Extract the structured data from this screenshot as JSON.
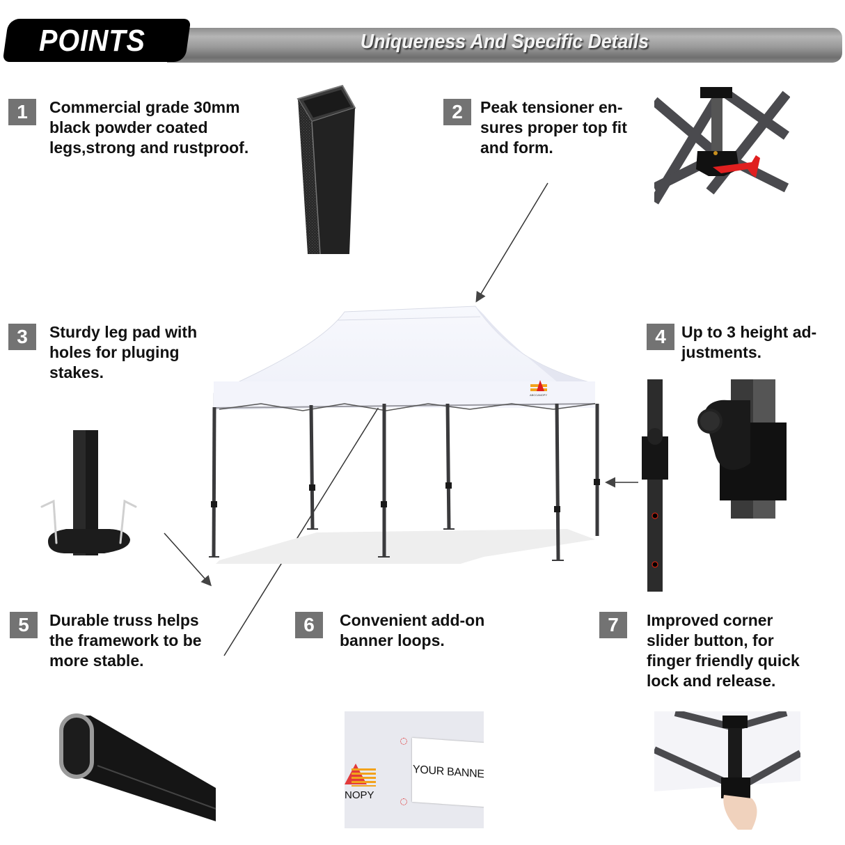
{
  "header": {
    "badge": "POINTS",
    "title": "Uniqueness And Specific Details"
  },
  "features": [
    {
      "number": "1",
      "lines": [
        "Commercial grade 30mm",
        "black powder coated",
        "legs,strong and rustproof."
      ],
      "image": "square-leg-tube"
    },
    {
      "number": "2",
      "lines": [
        "Peak tensioner en-",
        "sures proper top fit",
        "and form."
      ],
      "image": "peak-tensioner-red-lever"
    },
    {
      "number": "3",
      "lines": [
        "Sturdy leg pad with",
        "holes for pluging",
        "stakes."
      ],
      "image": "leg-pad-with-stakes"
    },
    {
      "number": "4",
      "lines": [
        "Up to 3 height ad-",
        "justments."
      ],
      "image": "height-adjustment-button"
    },
    {
      "number": "5",
      "lines": [
        "Durable truss helps",
        "the framework to be",
        "more stable."
      ],
      "image": "oval-truss-tube"
    },
    {
      "number": "6",
      "lines": [
        "Convenient add-on",
        "banner loops."
      ],
      "image": "banner-loops"
    },
    {
      "number": "7",
      "lines": [
        "Improved corner",
        "slider button, for",
        "finger friendly quick",
        "lock and release."
      ],
      "image": "corner-slider-hand"
    }
  ],
  "center_image": {
    "subject": "white-pop-up-canopy-tent",
    "logo_text": "ABCCANOPY"
  },
  "banner_photo": {
    "banner_text": "YOUR BANNER",
    "logo_partial_text": "NOPY"
  },
  "colors": {
    "badge_bg": "#737373",
    "header_black": "#000000",
    "header_bar": "#9a9a9a",
    "tent_canopy": "#f4f6fc",
    "frame": "#3a3a3c",
    "accent_red": "#e01f1f",
    "logo_orange": "#f2a21b"
  }
}
